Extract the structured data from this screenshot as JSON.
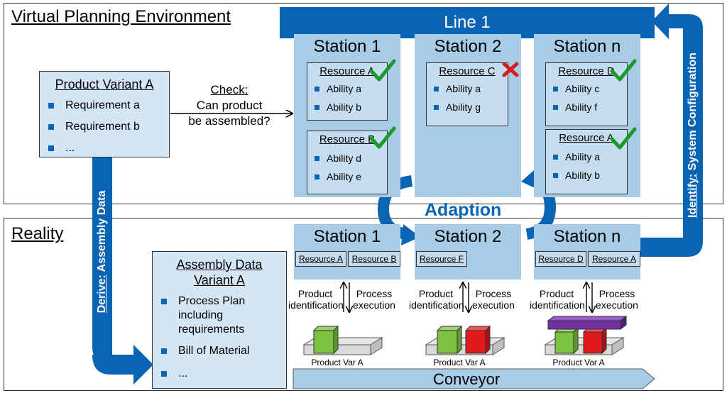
{
  "virtual": {
    "title": "Virtual Planning Environment",
    "line_label": "Line 1",
    "product": {
      "title": "Product Variant A",
      "items": [
        "Requirement a",
        "Requirement b",
        "..."
      ]
    },
    "check": {
      "head": "Check:",
      "body1": "Can product",
      "body2": "be assembled?"
    },
    "stations": [
      {
        "title": "Station 1",
        "resources": [
          {
            "name": "Resource A",
            "abilities": [
              "Ability a",
              "Ability b"
            ],
            "status": "ok"
          },
          {
            "name": "Resource B",
            "abilities": [
              "Ability d",
              "Ability e"
            ],
            "status": "ok"
          }
        ]
      },
      {
        "title": "Station 2",
        "resources": [
          {
            "name": "Resource C",
            "abilities": [
              "Ability a",
              "Ability g"
            ],
            "status": "fail"
          }
        ]
      },
      {
        "title": "Station n",
        "resources": [
          {
            "name": "Resource D",
            "abilities": [
              "Ability c",
              "Ability f"
            ],
            "status": "ok"
          },
          {
            "name": "Resource A",
            "abilities": [
              "Ability a",
              "Ability b"
            ],
            "status": "ok"
          }
        ]
      }
    ]
  },
  "adaption": "Adaption",
  "reality": {
    "title": "Reality",
    "assembly": {
      "title1": "Assembly Data",
      "title2": "Variant A",
      "item1": [
        "Process Plan",
        "including",
        "requirements"
      ],
      "item2": "Bill of Material",
      "item3": "..."
    },
    "stations": [
      {
        "title": "Station 1",
        "resources": [
          "Resource A",
          "Resource B"
        ]
      },
      {
        "title": "Station 2",
        "resources": [
          "Resource F"
        ]
      },
      {
        "title": "Station n",
        "resources": [
          "Resource D",
          "Resource A"
        ]
      }
    ],
    "labels": {
      "product_id": [
        "Product",
        "identification"
      ],
      "process_exec": [
        "Process",
        "execution"
      ],
      "product_var": "Product Var A"
    },
    "conveyor": "Conveyor"
  },
  "arrows": {
    "derive": {
      "keyword": "Derive:",
      "rest": " Assembly Data"
    },
    "identify": {
      "keyword": "Identify:",
      "rest": " System Configuration"
    }
  },
  "colors": {
    "primary_blue": "#0a64b4",
    "station_blue": "#a9cce6",
    "resource_blue": "#c5ddef",
    "check_green": "#1a9a2a",
    "cross_red": "#d21e1e",
    "cube_green": "#7cc140",
    "cube_red": "#e01a1a",
    "bar_purple": "#7030a0"
  }
}
